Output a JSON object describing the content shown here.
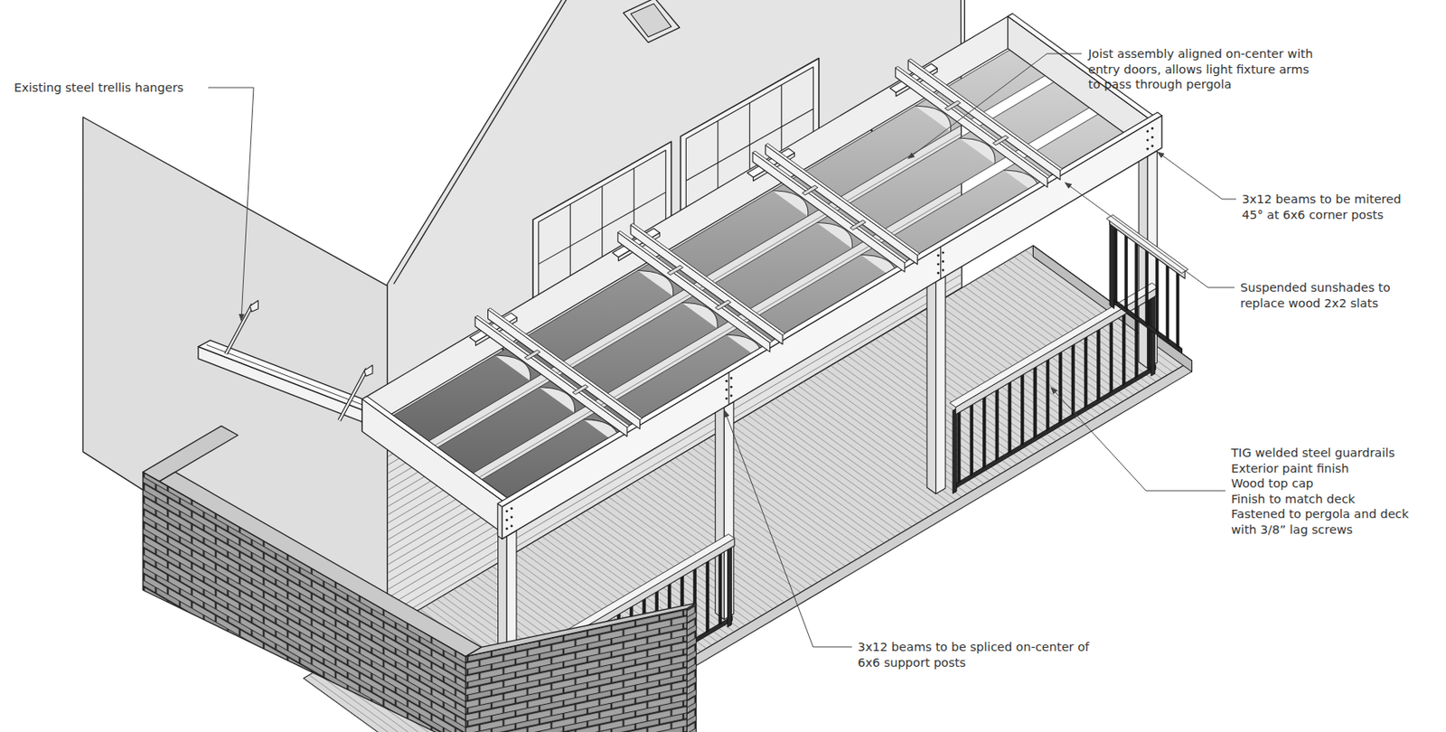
{
  "diagram": {
    "labels": [
      "Existing steel trellis hangers",
      "Joist assembly aligned on-center with entry doors, allows light fixture arms to pass through pergola",
      "3x12 beams to be mitered 45° at 6x6 corner posts",
      "Suspended sunshades to replace wood 2x2 slats",
      "TIG welded steel guardrails",
      "Exterior paint finish",
      "Wood top cap",
      "Finish to match deck",
      "Fastened to pergola and deck with 3/8” lag screws",
      "3x12 beams to be spliced on-center of 6x6 support posts"
    ]
  }
}
